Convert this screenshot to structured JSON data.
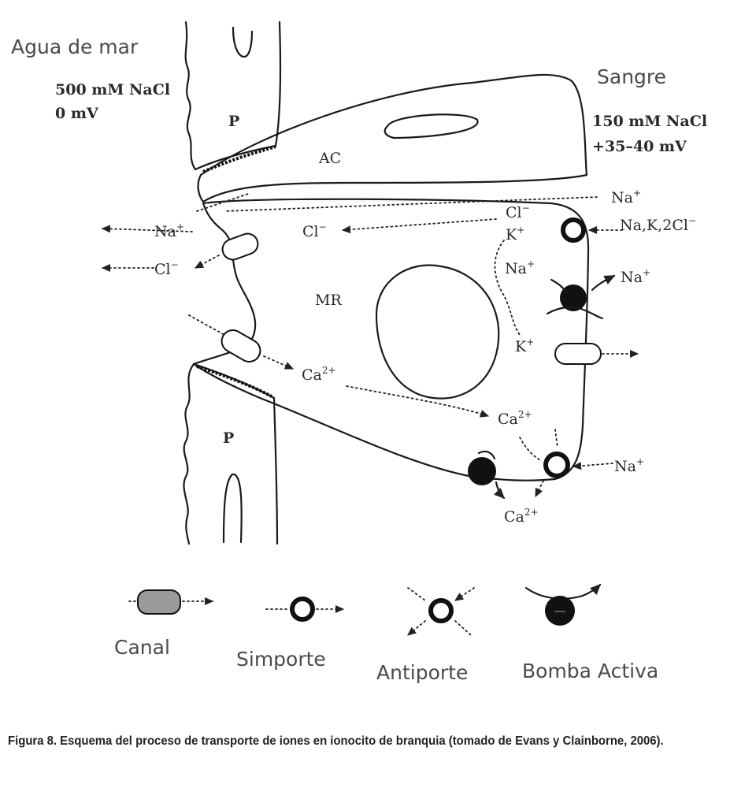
{
  "labels": {
    "seawater": "Agua de mar",
    "seawater_conc": "500 mM NaCl",
    "seawater_mv": "0 mV",
    "blood": "Sangre",
    "blood_conc": "150 mM NaCl",
    "blood_mv": "+35–40 mV",
    "cell_p": "P",
    "cell_ac": "AC",
    "cell_mr": "MR"
  },
  "ions": {
    "na": "Na",
    "cl": "Cl",
    "k": "K",
    "ca": "Ca",
    "plus": "+",
    "minus": "−",
    "two_plus": "2+",
    "nak2cl": "Na,K,2Cl"
  },
  "legend": {
    "canal": "Canal",
    "simporte": "Simporte",
    "antiporte": "Antiporte",
    "bomba": "Bomba Activa"
  },
  "caption": "Figura 8. Esquema del proceso de transporte de iones en ionocito de branquia (tomado de Evans y Clainborne, 2006)."
}
